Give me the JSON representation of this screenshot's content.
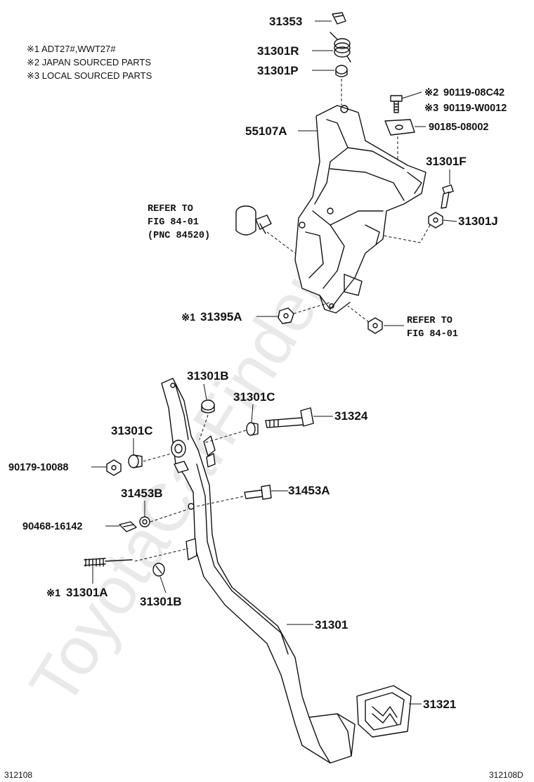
{
  "notes": [
    "※1 ADT27#,WWT27#",
    "※2 JAPAN SOURCED PARTS",
    "※3 LOCAL SOURCED PARTS"
  ],
  "watermark": "ToyotaCarFinder",
  "callouts": {
    "p31353": "31353",
    "p31301R": "31301R",
    "p31301P": "31301P",
    "p90119_08C42": "90119-08C42",
    "p90119_08C42_prefix": "※2",
    "p90119_W0012": "90119-W0012",
    "p90119_W0012_prefix": "※3",
    "p55107A": "55107A",
    "p90185_08002": "90185-08002",
    "p31301F": "31301F",
    "p31301J": "31301J",
    "ref1_line1": "REFER TO",
    "ref1_line2": "FIG 84-01",
    "ref1_line3": "(PNC 84520)",
    "p31395A": "31395A",
    "p31395A_prefix": "※1",
    "ref2_line1": "REFER TO",
    "ref2_line2": "FIG 84-01",
    "p31301B_top": "31301B",
    "p31301C_right": "31301C",
    "p31324": "31324",
    "p31301C_left": "31301C",
    "p90179_10088": "90179-10088",
    "p31453B": "31453B",
    "p31453A": "31453A",
    "p90468_16142": "90468-16142",
    "p31301A": "31301A",
    "p31301A_prefix": "※1",
    "p31301B_bottom": "31301B",
    "p31301": "31301",
    "p31321": "31321"
  },
  "footer": {
    "left": "312108",
    "right": "312108D"
  }
}
